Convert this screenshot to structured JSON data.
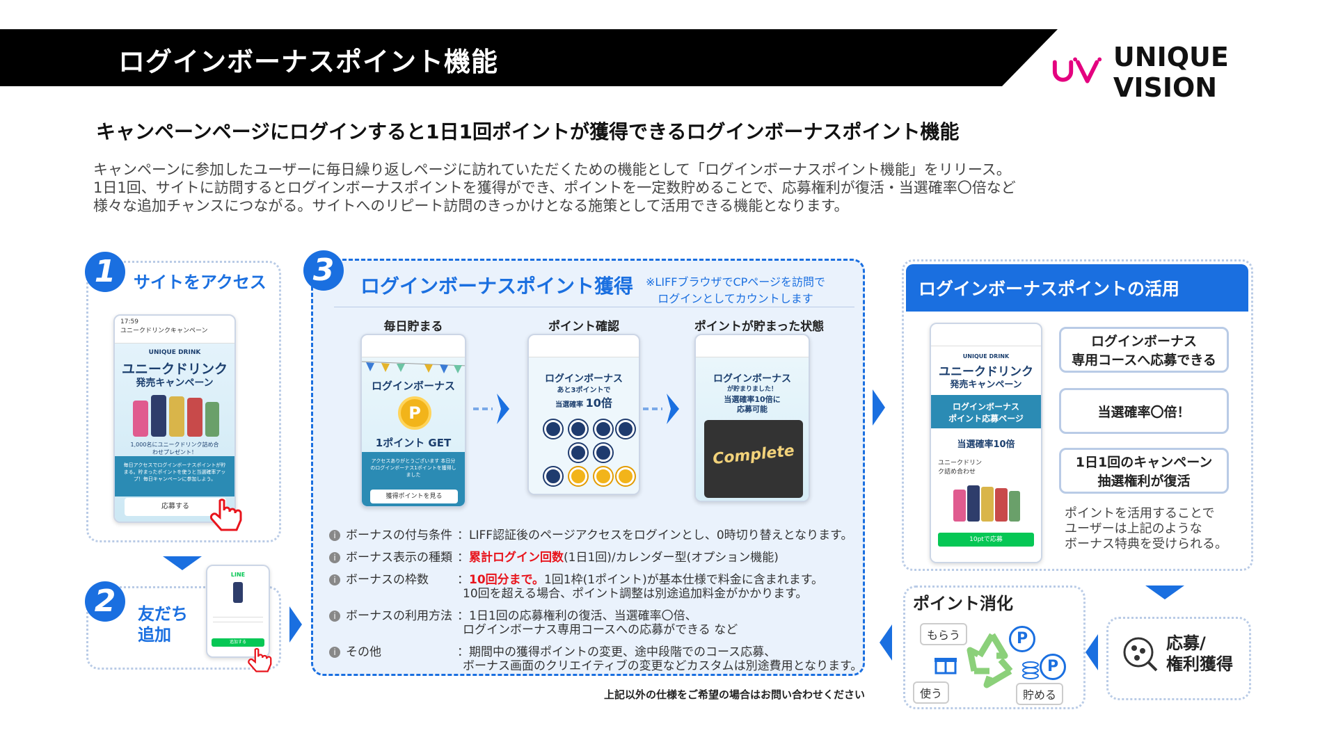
{
  "header": {
    "title": "ログインボーナスポイント機能",
    "brand": "UNIQUE VISION"
  },
  "headline": "キャンペーンページにログインすると1日1回ポイントが獲得できるログインボーナスポイント機能",
  "description": [
    "キャンペーンに参加したユーザーに毎日繰り返しページに訪れていただくための機能として「ログインボーナスポイント機能」をリリース。",
    "1日1回、サイトに訪問するとログインボーナスポイントを獲得ができ、ポイントを一定数貯めることで、応募権利が復活・当選確率〇倍など",
    "様々な追加チャンスにつながる。サイトへのリピート訪問のきっかけとなる施策として活用できる機能となります。"
  ],
  "step1": {
    "num": "1",
    "label": "サイトをアクセス",
    "phone": {
      "time": "17:59",
      "site": "ユニークドリンクキャンペーン",
      "brand": "UNIQUE DRINK",
      "title1": "ユニークドリンク",
      "title2": "発売キャンペーン",
      "gift": "1,000名にユニークドリンク詰め合わせプレゼント！",
      "info": "毎日アクセスでログインボーナスポイントが貯まる。貯まったポイントを使うと当選確率アップ！毎日キャンペーンに参加しよう。",
      "button": "応募する"
    }
  },
  "step2": {
    "num": "2",
    "label1": "友だち",
    "label2": "追加",
    "line": "LINE",
    "button": "追加する"
  },
  "step3": {
    "num": "3",
    "title": "ログインボーナスポイント獲得",
    "note1": "※LIFFブラウザでCPページを訪問で",
    "note2": "ログインとしてカウントします",
    "cols": [
      {
        "heading": "毎日貯まる",
        "line1": "ログインボーナス",
        "get": "1ポイント GET",
        "desc": "アクセスありがとうございます 本日分のログインボーナス1ポイントを獲得しました",
        "button": "獲得ポイントを見る"
      },
      {
        "heading": "ポイント確認",
        "line1": "ログインボーナス",
        "line2": "あと3ポイントで",
        "line3": "当選確率",
        "rate": "10倍"
      },
      {
        "heading": "ポイントが貯まった状態",
        "line1": "ログインボーナス",
        "line2": "が貯まりました！",
        "line3": "当選確率10倍に",
        "line4": "応募可能",
        "complete": "Complete"
      }
    ],
    "info": [
      {
        "key": "ボーナスの付与条件",
        "sep": "：",
        "val": "LIFF認証後のページアクセスをログインとし、0時切り替えとなります。"
      },
      {
        "key": "ボーナス表示の種類",
        "sep": "：",
        "red": "累計ログイン回数",
        "val": "(1日1回)/カレンダー型(オプション機能)"
      },
      {
        "key": "ボーナスの枠数",
        "sep": "：",
        "red": "10回分まで。",
        "val": "1回1枠(1ポイント)が基本仕様で料金に含まれます。",
        "val2": "10回を超える場合、ポイント調整は別途追加料金がかかります。"
      },
      {
        "key": "ボーナスの利用方法",
        "sep": "：",
        "val": "1日1回の応募権利の復活、当選確率〇倍、",
        "val2": "ログインボーナス専用コースへの応募ができる など"
      },
      {
        "key": "その他",
        "sep": "：",
        "val": "期間中の獲得ポイントの変更、途中段階でのコース応募、",
        "val2": "ボーナス画面のクリエイティブの変更などカスタムは別途費用となります。"
      }
    ],
    "footnote": "上記以外の仕様をご希望の場合はお問い合わせください"
  },
  "use": {
    "title": "ログインボーナスポイントの活用",
    "phone": {
      "brand": "UNIQUE DRINK",
      "title1": "ユニークドリンク",
      "title2": "発売キャンペーン",
      "band1": "ログインボーナス",
      "band2": "ポイント応募ページ",
      "rate": "当選確率10倍",
      "prize": "ユニークドリンク詰め合わせ",
      "button": "10ptで応募"
    },
    "options": [
      [
        "ログインボーナス",
        "専用コースへ応募できる"
      ],
      [
        "当選確率〇倍！"
      ],
      [
        "1日1回のキャンペーン",
        "抽選権利が復活"
      ]
    ],
    "note": [
      "ポイントを活用することで",
      "ユーザーは上記のような",
      "ボーナス特典を受けられる。"
    ]
  },
  "consume": {
    "title": "ポイント消化",
    "get": "もらう",
    "use": "使う",
    "save": "貯める"
  },
  "apply": {
    "line1": "応募/",
    "line2": "権利獲得"
  },
  "colors": {
    "accent": "#1a6fe0",
    "red": "#e8141c",
    "brand_pink": "#e4007f"
  }
}
